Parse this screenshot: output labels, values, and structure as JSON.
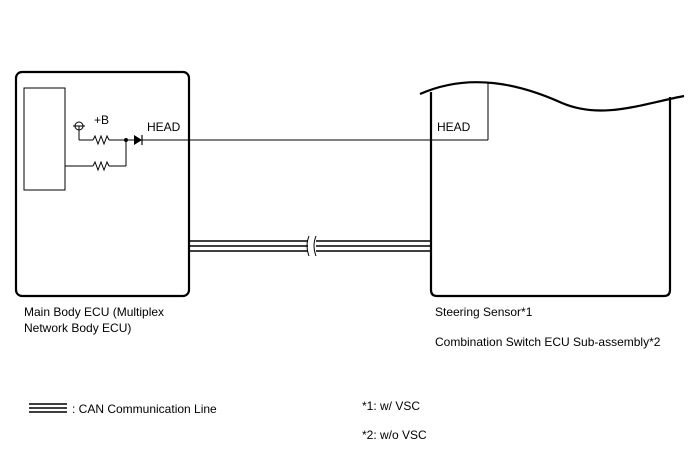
{
  "main_ecu": {
    "name_line1": "Main Body ECU (Multiplex",
    "name_line2": "Network Body ECU)",
    "power_label": "+B",
    "terminal_label": "HEAD"
  },
  "steering": {
    "terminal_label": "HEAD",
    "name": "Steering Sensor*1",
    "alt_name": "Combination Switch ECU Sub-assembly*2"
  },
  "legend": {
    "can_line_label": ": CAN Communication Line"
  },
  "footnotes": {
    "note1": "*1: w/ VSC",
    "note2": "*2: w/o VSC"
  }
}
